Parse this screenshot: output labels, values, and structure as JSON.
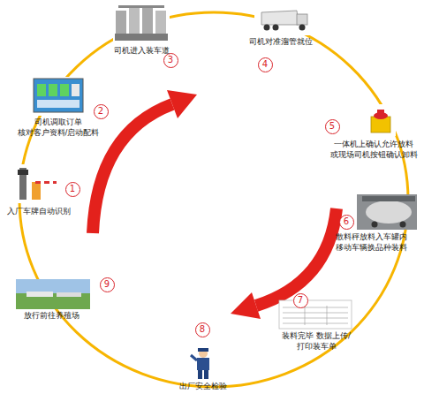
{
  "diagram": {
    "nodes": [
      {
        "text": [
          "1"
        ]
      },
      {
        "text": [
          "2"
        ]
      },
      {
        "text": [
          "3"
        ]
      },
      {
        "text": [
          "4"
        ]
      },
      {
        "text": [
          "5"
        ]
      },
      {
        "text": [
          "6"
        ]
      },
      {
        "text": [
          "7"
        ]
      },
      {
        "text": [
          "8"
        ]
      },
      {
        "text": [
          "9"
        ]
      }
    ],
    "labels": [
      "入厂车牌自动识别",
      "司机调取订单 核对客户资料/启动配料",
      "司机进入装车道",
      "司机对准溜管就位",
      "一体机上确认允许放料 或现场司机按钮确认卸料",
      "散料秤放料入车罐内 移动车辆换品种装料",
      "装料完毕 数据上传/打印装车单",
      "出厂安全检验",
      "放行前往养殖场"
    ]
  }
}
